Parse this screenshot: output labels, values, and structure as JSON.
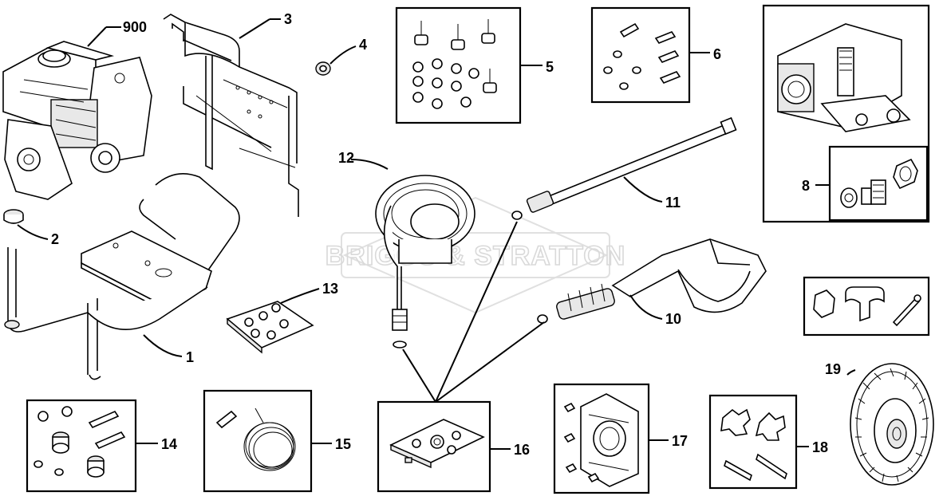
{
  "watermark": {
    "text": "BRIGGS & STRATTON"
  },
  "parts": {
    "p1": "1",
    "p2": "2",
    "p3": "3",
    "p4": "4",
    "p5": "5",
    "p6": "6",
    "p8": "8",
    "p10": "10",
    "p11": "11",
    "p12": "12",
    "p13": "13",
    "p14": "14",
    "p15": "15",
    "p16": "16",
    "p17": "17",
    "p18": "18",
    "p19": "19",
    "p900": "900"
  }
}
